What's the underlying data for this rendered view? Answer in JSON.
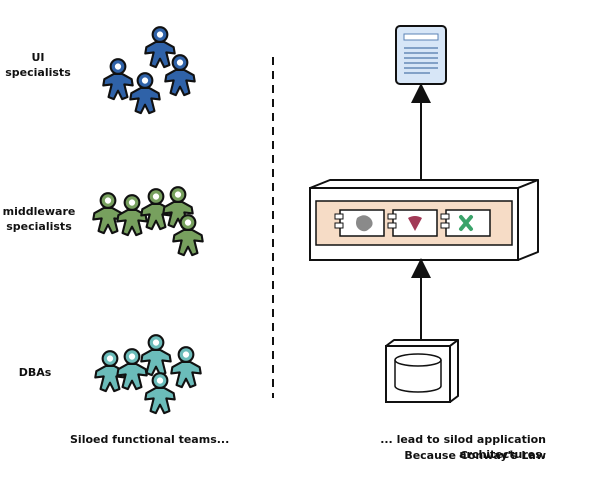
{
  "teams": [
    {
      "label_lines": [
        "UI",
        "specialists"
      ],
      "icon": "person-icon",
      "color": "#2f62a8"
    },
    {
      "label_lines": [
        "middleware",
        "specialists"
      ],
      "icon": "person-icon",
      "color": "#77a05e"
    },
    {
      "label_lines": [
        "DBAs"
      ],
      "icon": "person-icon",
      "color": "#6bbcba"
    }
  ],
  "captions": {
    "left": "Siloed functional teams...",
    "right_line1": "... lead to silod application architectures.",
    "right_line2": "Because Conway's Law"
  },
  "architecture": {
    "ui_layer_icon": "document-icon",
    "middleware_layer_icon": "server-box-icon",
    "component_icons": [
      "gray-blob-icon",
      "red-heart-icon",
      "green-x-icon"
    ],
    "data_layer_icon": "database-icon",
    "colors": {
      "document": "#d7e6f7",
      "middleware_band": "#f6dcc6",
      "gray": "#8a8a8a",
      "red": "#a23a57",
      "green": "#3aa36a"
    }
  }
}
